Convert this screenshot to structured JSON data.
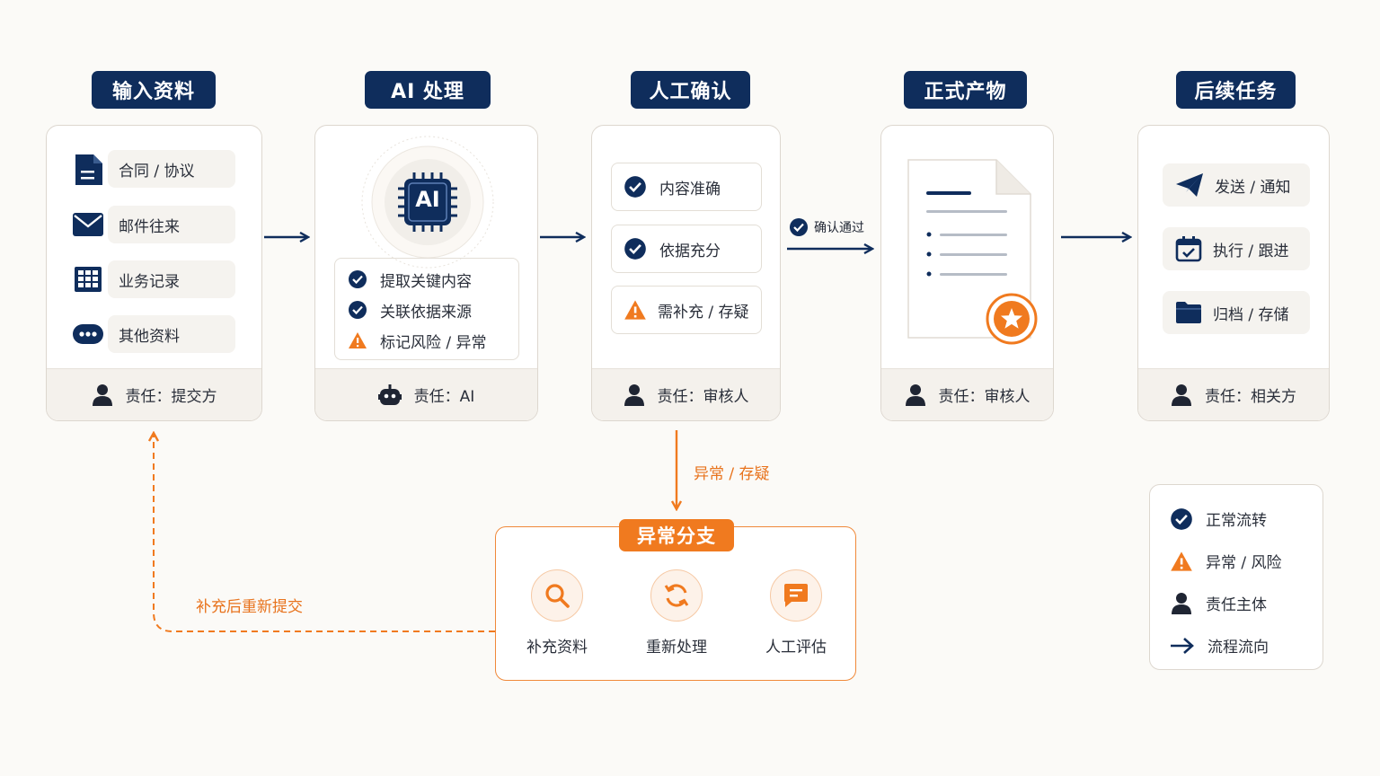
{
  "stages": [
    {
      "title": "输入资料",
      "owner": "责任：提交方",
      "items": [
        {
          "label": "合同 / 协议",
          "icon": "document-icon"
        },
        {
          "label": "邮件往来",
          "icon": "mail-icon"
        },
        {
          "label": "业务记录",
          "icon": "table-icon"
        },
        {
          "label": "其他资料",
          "icon": "more-icon"
        }
      ]
    },
    {
      "title": "AI 处理",
      "owner": "责任：AI",
      "chip_text": "AI",
      "items": [
        {
          "label": "提取关键内容",
          "icon": "check-icon"
        },
        {
          "label": "关联依据来源",
          "icon": "check-icon"
        },
        {
          "label": "标记风险 / 异常",
          "icon": "warning-icon"
        }
      ]
    },
    {
      "title": "人工确认",
      "owner": "责任：审核人",
      "items": [
        {
          "label": "内容准确",
          "icon": "check-icon"
        },
        {
          "label": "依据充分",
          "icon": "check-icon"
        },
        {
          "label": "需补充 / 存疑",
          "icon": "warning-icon"
        }
      ]
    },
    {
      "title": "正式产物",
      "owner": "责任：审核人"
    },
    {
      "title": "后续任务",
      "owner": "责任：相关方",
      "items": [
        {
          "label": "发送 / 通知",
          "icon": "send-icon"
        },
        {
          "label": "执行 / 跟进",
          "icon": "calendar-check-icon"
        },
        {
          "label": "归档 / 存储",
          "icon": "folder-icon"
        }
      ]
    }
  ],
  "edges": {
    "approved_label": "确认通过",
    "exception_label": "异常 / 存疑",
    "resubmit_label": "补充后重新提交"
  },
  "branch": {
    "title": "异常分支",
    "items": [
      {
        "label": "补充资料",
        "icon": "search-icon"
      },
      {
        "label": "重新处理",
        "icon": "refresh-icon"
      },
      {
        "label": "人工评估",
        "icon": "chat-icon"
      }
    ]
  },
  "legend": [
    {
      "label": "正常流转",
      "icon": "check-icon"
    },
    {
      "label": "异常 / 风险",
      "icon": "warning-icon"
    },
    {
      "label": "责任主体",
      "icon": "person-icon"
    },
    {
      "label": "流程流向",
      "icon": "arrow-right-icon"
    }
  ],
  "colors": {
    "navy": "#0f2d5c",
    "orange": "#f07a1f",
    "background": "#fbfaf7"
  }
}
